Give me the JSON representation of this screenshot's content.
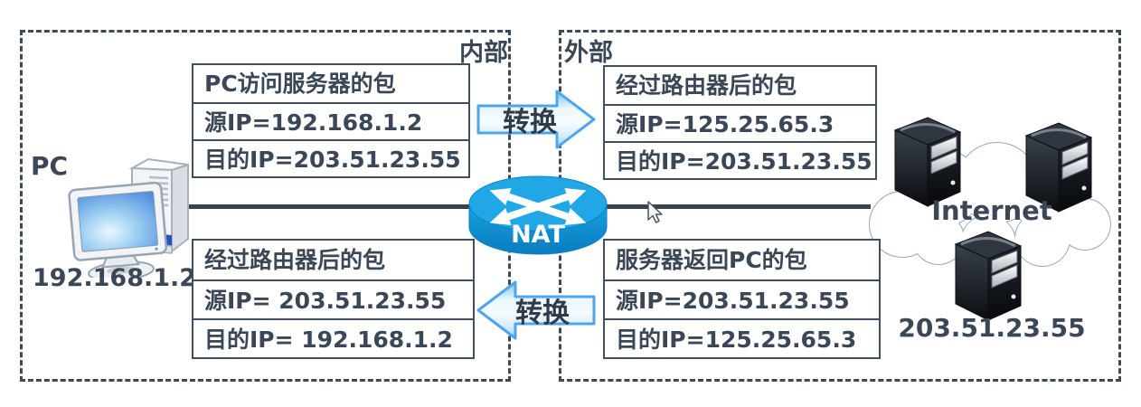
{
  "zones": {
    "internal_label": "内部",
    "external_label": "外部"
  },
  "pc": {
    "label": "PC",
    "ip": "192.168.1.2"
  },
  "router": {
    "label": "NAT"
  },
  "internet": {
    "label": "Internet",
    "server_ip": "203.51.23.55"
  },
  "flows": {
    "outbound": {
      "arrow_label": "转换",
      "before_table": {
        "title": "PC访问服务器的包",
        "source_ip": "源IP=192.168.1.2",
        "dest_ip": "目的IP=203.51.23.55"
      },
      "after_table": {
        "title": "经过路由器后的包",
        "source_ip": "源IP=125.25.65.3",
        "dest_ip": "目的IP=203.51.23.55"
      }
    },
    "inbound": {
      "arrow_label": "转换",
      "before_table": {
        "title": "服务器返回PC的包",
        "source_ip": "源IP=203.51.23.55",
        "dest_ip": "目的IP=125.25.65.3"
      },
      "after_table": {
        "title": "经过路由器后的包",
        "source_ip": "源IP= 203.51.23.55",
        "dest_ip": "目的IP= 192.168.1.2"
      }
    }
  },
  "colors": {
    "ink": "#3b4757",
    "router_blue": "#1a9de0",
    "arrow_stroke": "#4da6ec",
    "arrow_fill_light": "#eef8fe",
    "screen_blue": "#5b9be6",
    "cloud_stroke": "#9aa9bc"
  }
}
